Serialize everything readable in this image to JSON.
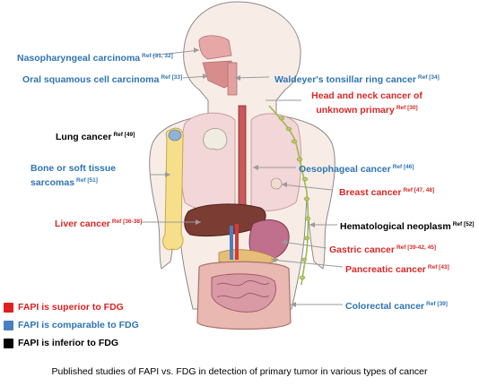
{
  "labels": {
    "nasopharyngeal": {
      "text": "Nasopharyngeal carcinoma",
      "ref": "Ref [31, 32]",
      "color": "#2e74b5"
    },
    "oral": {
      "text": "Oral squamous cell carcinoma",
      "ref": "Ref [33]",
      "color": "#2e74b5"
    },
    "waldeyer": {
      "text": "Waldeyer's tonsillar ring cancer",
      "ref": "Ref [34]",
      "color": "#2e74b5"
    },
    "headneck": {
      "text1": "Head and neck cancer of",
      "text2": "unknown primary",
      "ref": "Ref [30]",
      "color": "#d62828"
    },
    "lung": {
      "text": "Lung cancer",
      "ref": "Ref [49]",
      "color": "#000000"
    },
    "oesophageal": {
      "text": "Oesophageal cancer",
      "ref": "Ref [46]",
      "color": "#2e74b5"
    },
    "bone": {
      "text1": "Bone or soft tissue",
      "text2": "sarcomas",
      "ref": "Ref [51]",
      "color": "#2e74b5"
    },
    "breast": {
      "text": "Breast cancer",
      "ref": "Ref [47, 48]",
      "color": "#d62828"
    },
    "liver": {
      "text": "Liver cancer",
      "ref": "Ref [36-38]",
      "color": "#d62828"
    },
    "hematological": {
      "text": "Hematological neoplasm",
      "ref": "Ref [52]",
      "color": "#000000"
    },
    "gastric": {
      "text": "Gastric cancer",
      "ref": "Ref [39-42, 45]",
      "color": "#d62828"
    },
    "pancreatic": {
      "text": "Pancreatic cancer",
      "ref": "Ref [43]",
      "color": "#d62828"
    },
    "colorectal": {
      "text": "Colorectal cancer",
      "ref": "Ref [39]",
      "color": "#2e74b5"
    }
  },
  "legend": [
    {
      "text": "FAPI is superior to FDG",
      "color": "#e02020"
    },
    {
      "text": "FAPI is comparable to FDG",
      "color": "#4a7fc1"
    },
    {
      "text": "FAPI is inferior to FDG",
      "color": "#000000"
    }
  ],
  "caption": "Published studies of FAPI vs. FDG in detection of primary tumor in various types of cancer"
}
